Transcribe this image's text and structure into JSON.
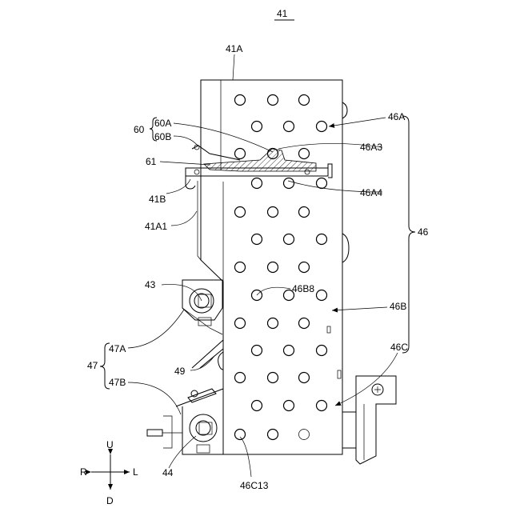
{
  "figure_number": "41",
  "labels": {
    "l41A": "41A",
    "l60": "60",
    "l60A": "60A",
    "l60B": "60B",
    "l61": "61",
    "l41B": "41B",
    "l41A1": "41A1",
    "l43": "43",
    "l47": "47",
    "l47A": "47A",
    "l47B": "47B",
    "l49": "49",
    "l44": "44",
    "l46": "46",
    "l46A": "46A",
    "l46A3": "46A3",
    "l46A4": "46A4",
    "l46B": "46B",
    "l46B8": "46B8",
    "l46C": "46C",
    "l46C13": "46C13"
  },
  "directions": {
    "up": "U",
    "down": "D",
    "right": "R",
    "left": "L"
  }
}
